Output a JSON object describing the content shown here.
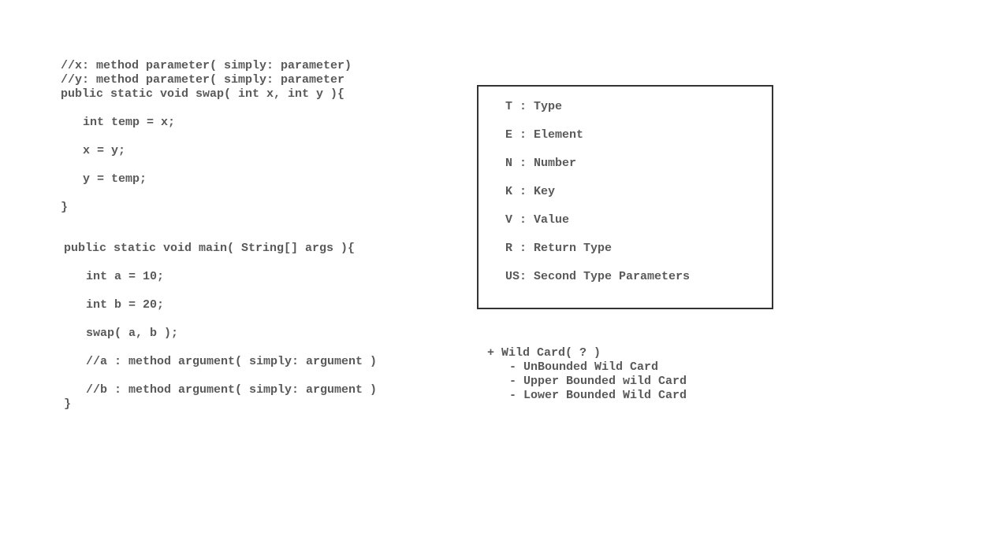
{
  "swap_block": {
    "lines": [
      "//x: method parameter( simply: parameter)",
      "//y: method parameter( simply: parameter",
      "public static void swap( int x, int y ){",
      "int temp = x;",
      "x = y;",
      "y = temp;",
      "}"
    ]
  },
  "main_block": {
    "lines": [
      "public static void main( String[] args ){",
      "int a = 10;",
      "int b = 20;",
      "swap( a, b );",
      "//a : method argument( simply: argument )",
      "//b : method argument( simply: argument )",
      "}"
    ]
  },
  "type_params_box": {
    "items": [
      "T : Type",
      "E : Element",
      "N : Number",
      "K : Key",
      "V : Value",
      "R : Return Type",
      "US: Second Type Parameters"
    ]
  },
  "wildcard_block": {
    "heading": "+ Wild Card( ? )",
    "items": [
      "- UnBounded Wild Card",
      "- Upper Bounded wild Card",
      "- Lower Bounded Wild Card"
    ]
  }
}
